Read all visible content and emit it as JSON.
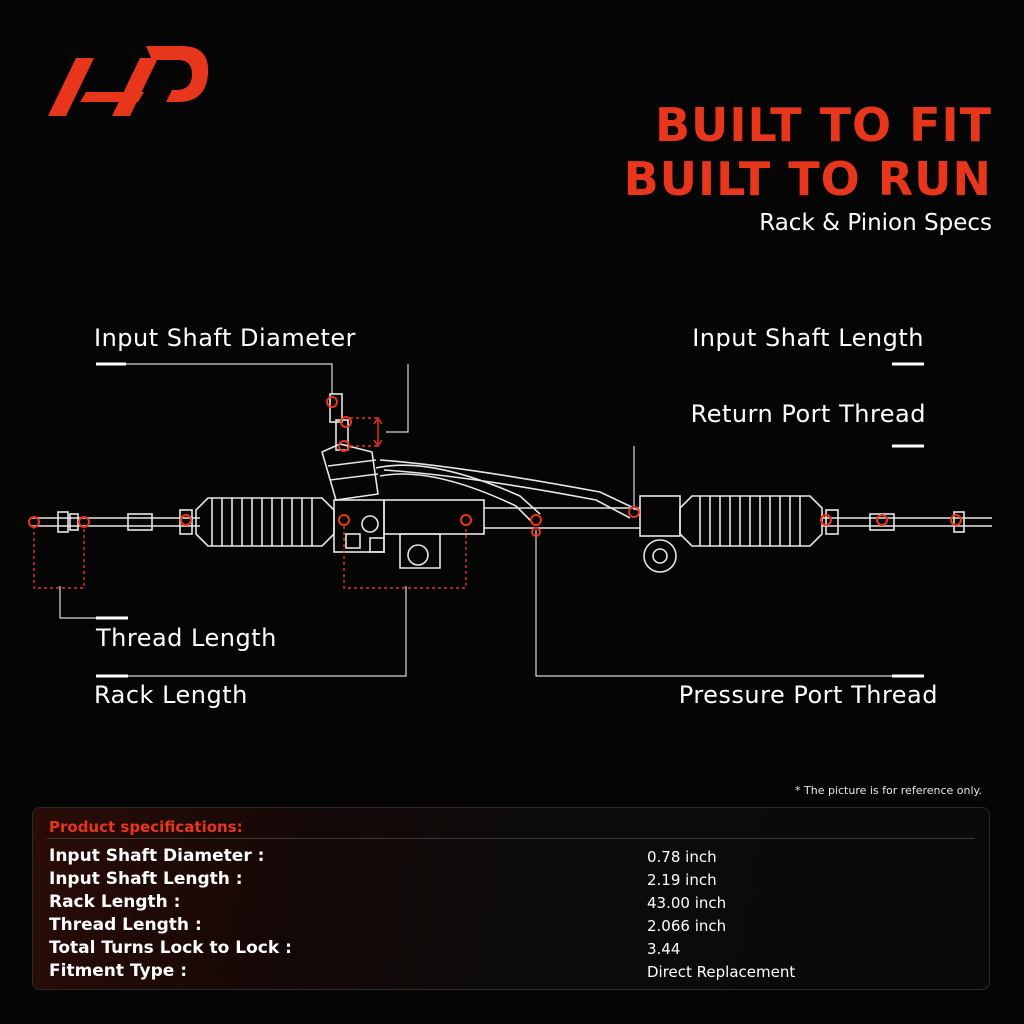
{
  "brand": {
    "accent_color": "#e8361c"
  },
  "headline": {
    "line1": "BUILT TO FIT",
    "line2": "BUILT TO RUN",
    "subtitle": "Rack & Pinion Specs"
  },
  "callouts": {
    "input_shaft_diameter": "Input Shaft Diameter",
    "input_shaft_length": "Input Shaft Length",
    "return_port_thread": "Return Port Thread",
    "thread_length": "Thread Length",
    "rack_length": "Rack Length",
    "pressure_port_thread": "Pressure Port Thread"
  },
  "note": "* The picture is for reference only.",
  "specs": {
    "title": "Product specifications:",
    "rows": [
      {
        "label": "Input Shaft Diameter :",
        "value": "0.78 inch"
      },
      {
        "label": "Input Shaft Length :",
        "value": "2.19 inch"
      },
      {
        "label": "Rack Length :",
        "value": "43.00 inch"
      },
      {
        "label": "Thread Length :",
        "value": "2.066 inch"
      },
      {
        "label": "Total Turns Lock to Lock :",
        "value": "3.44"
      },
      {
        "label": "Fitment Type :",
        "value": "Direct Replacement"
      }
    ]
  }
}
